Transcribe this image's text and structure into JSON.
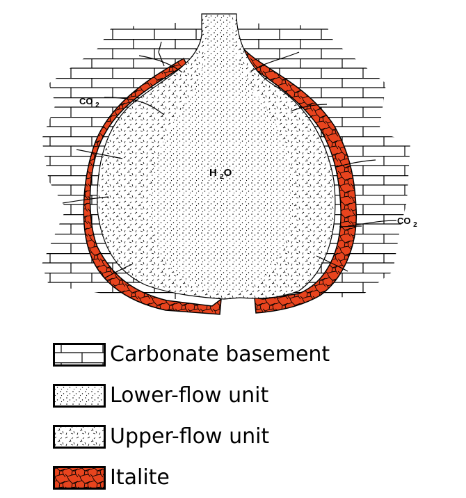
{
  "diagram": {
    "labels": {
      "h2o": "H2O",
      "co2_left": "CO2",
      "co2_right": "CO2"
    },
    "colors": {
      "italite": "#e8441e",
      "outline": "#000000",
      "background": "#ffffff"
    }
  },
  "legend": {
    "items": [
      {
        "label": "Carbonate basement",
        "pattern": "brick-pattern"
      },
      {
        "label": "Lower-flow unit",
        "pattern": "dots-pattern"
      },
      {
        "label": "Upper-flow unit",
        "pattern": "dashes-pattern"
      },
      {
        "label": "Italite",
        "pattern": "italite-pattern"
      }
    ]
  }
}
